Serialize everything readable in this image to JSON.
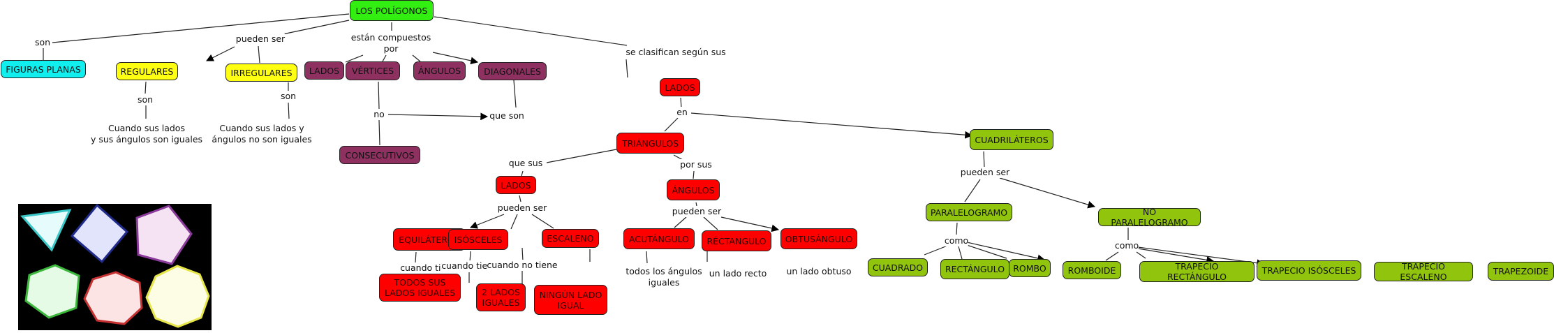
{
  "title": "LOS POLÍGONOS",
  "colors": {
    "root": "#33ee11",
    "plane": "#11eeee",
    "regularity": "#ffff11",
    "components": "#8e3160",
    "triangles": "#ff0000",
    "quadrilaterals": "#91c40c"
  },
  "nodes": {
    "root": "LOS POLÍGONOS",
    "figuras_planas": "FIGURAS PLANAS",
    "regulares": "REGULARES",
    "irregulares": "IRREGULARES",
    "lados_comp": "LADOS",
    "vertices": "VÉRTICES",
    "angulos_comp": "ÁNGULOS",
    "diagonales": "DIAGONALES",
    "consecutivos": "CONSECUTIVOS",
    "lados_clasif": "LADOS",
    "triangulos": "TRIÁNGULOS",
    "cuadrilateros": "CUADRILÁTEROS",
    "lados_tri": "LADOS",
    "angulos_tri": "ÁNGULOS",
    "equilateros": "EQUILÁTEROS",
    "isosceles": "ISÓSCELES",
    "escaleno": "ESCALENO",
    "todos_lados": "TODOS SUS\nLADOS IGUALES",
    "dos_lados": "2 LADOS\nIGUALES",
    "ningun_lado": "NINGÚN LADO\nIGUAL",
    "acutangulo": "ACUTÁNGULO",
    "rectangulo_tri": "RÉCTANGULO",
    "obtusangulo": "OBTUSÁNGULO",
    "paralelogramo": "PARALELOGRAMO",
    "no_paralelogramo": "NO PARALELOGRAMO",
    "cuadrado": "CUADRADO",
    "rectangulo": "RECTÁNGULO",
    "rombo": "ROMBO",
    "romboide": "ROMBOIDE",
    "trap_rect": "TRAPECIO RECTÁNGULO",
    "trap_isos": "TRAPECIO ISÓSCELES",
    "trap_esc": "TRAPECIO ESCALENO",
    "trapezoide": "TRAPEZOIDE"
  },
  "links": {
    "son_root": "son",
    "pueden_ser_root": "pueden ser",
    "compuestos": "están compuestos\npor",
    "clasifican": "se clasifican según sus",
    "son_reg": "son",
    "son_irreg": "son",
    "no_vert": "no",
    "que_son": "que son",
    "en": "en",
    "que_sus": "que sus",
    "por_sus": "por sus",
    "pueden_ser_lados": "pueden ser",
    "pueden_ser_ang": "pueden ser",
    "cuando_tiene_1": "cuando tiene",
    "cuando_tiene_2": "cuando tiene",
    "cuando_no_tiene": "cuando no tiene",
    "pueden_ser_cuad": "pueden ser",
    "como_par": "como",
    "como_nopar": "como"
  },
  "texts": {
    "def_regulares": "Cuando sus lados\ny sus ángulos son iguales",
    "def_irregulares": "Cuando sus lados y\nángulos no son iguales",
    "def_acutangulo": "todos los ángulos\niguales",
    "def_rectangulo": "un lado recto",
    "def_obtusangulo": "un lado obtuso"
  },
  "image": {
    "description": "polygon-examples",
    "shapes": [
      "triangle",
      "square",
      "pentagon",
      "hexagon",
      "heptagon",
      "octagon"
    ]
  }
}
